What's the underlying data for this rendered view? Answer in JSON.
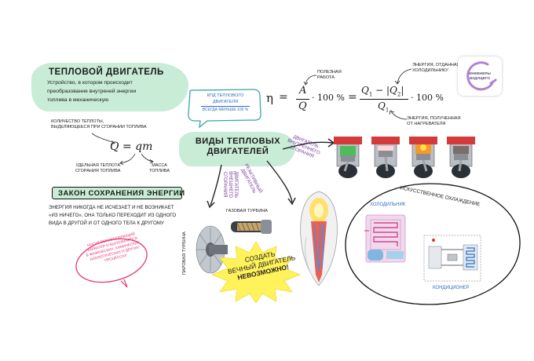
{
  "heat_engine": {
    "title": "Тепловой двигатель",
    "definition_l1": "Устройство, в котором происходит",
    "definition_l2": "преобразование внутреней энергии",
    "definition_l3": "топлива в механическую"
  },
  "heat_amount": {
    "label_l1": "Количество теплоты,",
    "label_l2": "выделяющееся при сгорании топлива",
    "formula_lhs": "Q",
    "formula_eq": " = ",
    "formula_rhs": "qm",
    "label_q_l1": "Удельная теплота",
    "label_q_l2": "сгорания топлива",
    "label_m_l1": "Масса",
    "label_m_l2": "топлива"
  },
  "conservation": {
    "title": "Закон сохранения энергии",
    "text_l1": "Энергия никогда не исчезает и не возникает",
    "text_l2": "«из ничего», она только переходит из одного",
    "text_l3": "вида в другой и от одного тела к другому"
  },
  "note_pink": {
    "l1": "Носит всеобъемлющий",
    "l2": "характер и выполняется",
    "l3": "в физических, химических,",
    "l4": "биологических и других",
    "l5": "процессах"
  },
  "efficiency": {
    "badge_l1": "КПД теплового",
    "badge_l2": "двигателя",
    "badge_l3": "всегда меньше 100 %",
    "eta": "η",
    "eq": "=",
    "A": "A",
    "Q": "Q",
    "times100": "· 100 %",
    "eq2": "=",
    "num_a": "Q",
    "num_sub1": "1",
    "num_minus": " − |",
    "num_b": "Q",
    "num_sub2": "2",
    "num_end": "|",
    "den": "Q",
    "den_sub": "1",
    "times100b": "· 100 %",
    "useful_l1": "Полезная",
    "useful_l2": "работа",
    "given_l1": "Энергия, отданная",
    "given_l2": "холодильнику",
    "received_l1": "Энергия, полученная",
    "received_l2": "от нагревателя"
  },
  "logo": {
    "l1": "Инженеры",
    "l2": "будущего"
  },
  "types": {
    "title_l1": "Виды тепловых",
    "title_l2": "двигателей",
    "internal_l1": "Двигатель",
    "internal_l2": "внутреннего",
    "internal_l3": "сгорания",
    "external_l1": "Двигатель",
    "external_l2": "внешнего",
    "external_l3": "сгорания",
    "jet_l1": "Реактивный",
    "jet_l2": "двигатель",
    "gas_turbine": "Газовая турбина",
    "steam_turbine": "Паровая турбина"
  },
  "impossible": {
    "l1": "Создать",
    "l2": "вечный двигатель",
    "l3": "невозможно!"
  },
  "cooling": {
    "title": "Искусственное охлаждение",
    "fridge": "Холодильник",
    "ac": "Кондиционер"
  },
  "colors": {
    "green": "#c8ecd6",
    "teal": "#3aa6a0",
    "purple": "#7a3fa0",
    "pink": "#e8336d",
    "yellow": "#fff25a",
    "blue": "#2f6fc0"
  }
}
